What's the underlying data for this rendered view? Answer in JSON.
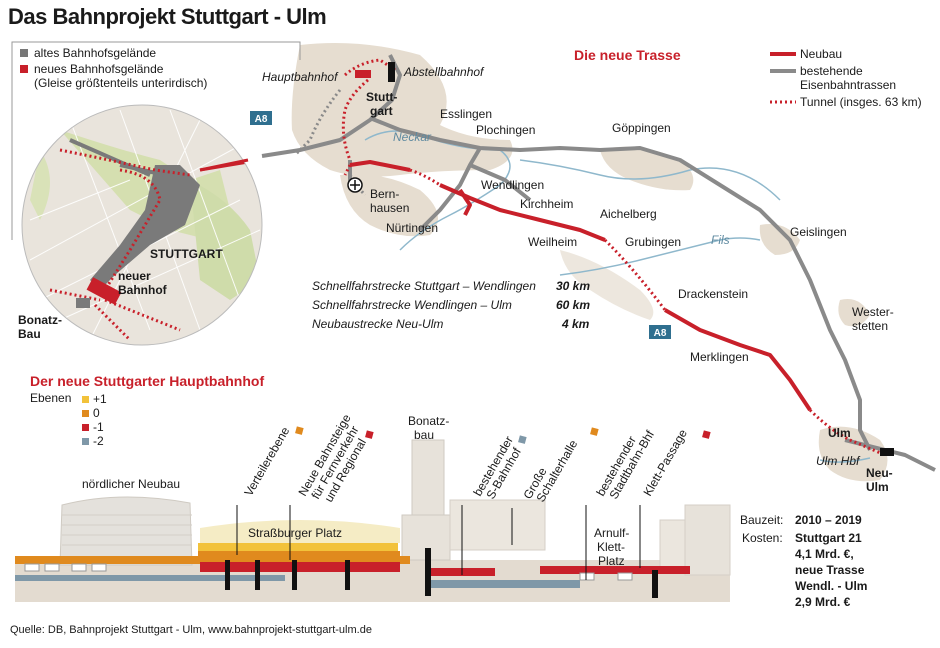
{
  "title": "Das Bahnprojekt Stuttgart - Ulm",
  "inset_legend": {
    "old_area": "altes Bahnhofsgelände",
    "new_area_line1": "neues Bahnhofsgelände",
    "new_area_line2": "(Gleise größtenteils unterirdisch)"
  },
  "inset_labels": {
    "city": "STUTTGART",
    "new_station_1": "neuer",
    "new_station_2": "Bahnhof",
    "bonatz_1": "Bonatz-",
    "bonatz_2": "Bau"
  },
  "map_title": "Die neue Trasse",
  "map_legend": {
    "new": "Neubau",
    "existing_1": "bestehende",
    "existing_2": "Eisenbahntrassen",
    "tunnel": "Tunnel (insges. 63 km)"
  },
  "places": {
    "hauptbahnhof": "Hauptbahnhof",
    "abstellbahnhof": "Abstellbahnhof",
    "stuttgart_1": "Stutt-",
    "stuttgart_2": "gart",
    "esslingen": "Esslingen",
    "plochingen": "Plochingen",
    "goeppingen": "Göppingen",
    "neckar": "Neckar",
    "wendlingen": "Wendlingen",
    "kirchheim": "Kirchheim",
    "aichelberg": "Aichelberg",
    "bernhausen_1": "Bern-",
    "bernhausen_2": "hausen",
    "nuertingen": "Nürtingen",
    "weilheim": "Weilheim",
    "grubingen": "Grubingen",
    "fils": "Fils",
    "geislingen": "Geislingen",
    "drackenstein": "Drackenstein",
    "westerstetten_1": "Wester-",
    "westerstetten_2": "stetten",
    "merklingen": "Merklingen",
    "ulm": "Ulm",
    "ulm_hbf": "Ulm Hbf",
    "neu_ulm_1": "Neu-",
    "neu_ulm_2": "Ulm",
    "a8": "A8"
  },
  "routes": [
    {
      "name": "Schnellfahrstrecke Stuttgart – Wendlingen",
      "length": "30 km"
    },
    {
      "name": "Schnellfahrstrecke Wendlingen – Ulm",
      "length": "60 km"
    },
    {
      "name": "Neubaustrecke Neu-Ulm",
      "length": "4 km"
    }
  ],
  "section": {
    "title": "Der neue Stuttgarter Hauptbahnhof",
    "levels_label": "Ebenen",
    "levels": [
      {
        "label": "+1",
        "color": "#f2c23a"
      },
      {
        "label": "0",
        "color": "#e08a1e"
      },
      {
        "label": "-1",
        "color": "#c8202a"
      },
      {
        "label": "-2",
        "color": "#7f98a8"
      }
    ],
    "north_building": "nördlicher Neubau",
    "bonatz_1": "Bonatz-",
    "bonatz_2": "bau",
    "strassburger": "Straßburger Platz",
    "verteiler": "Verteilerebene",
    "bahnsteige_1": "Neue Bahnsteige",
    "bahnsteige_2": "für Fernverkehr",
    "bahnsteige_3": "und Regional",
    "sbahnhof_1": "bestehender",
    "sbahnhof_2": "S-Bahnhof",
    "schalter_1": "Große",
    "schalter_2": "Schalterhalle",
    "stadtbahn_1": "bestehender",
    "stadtbahn_2": "Stadtbahn-Bhf",
    "klett_passage": "Klett-Passage",
    "arnulf_1": "Arnulf-",
    "arnulf_2": "Klett-",
    "arnulf_3": "Platz"
  },
  "facts": {
    "bauzeit_label": "Bauzeit:",
    "bauzeit_value": "2010 – 2019",
    "kosten_label": "Kosten:",
    "kosten_1": "Stuttgart 21",
    "kosten_2": "4,1 Mrd. €,",
    "kosten_3": "neue Trasse",
    "kosten_4": "Wendl. - Ulm",
    "kosten_5": "2,9 Mrd. €"
  },
  "source": "Quelle: DB, Bahnprojekt Stuttgart - Ulm, www.bahnprojekt-stuttgart-ulm.de",
  "colors": {
    "new_line": "#c8202a",
    "existing_line": "#8a8a8a",
    "terrain": "#e6ddd0",
    "river": "#8fb8cc",
    "a8": "#2f6f8f"
  }
}
